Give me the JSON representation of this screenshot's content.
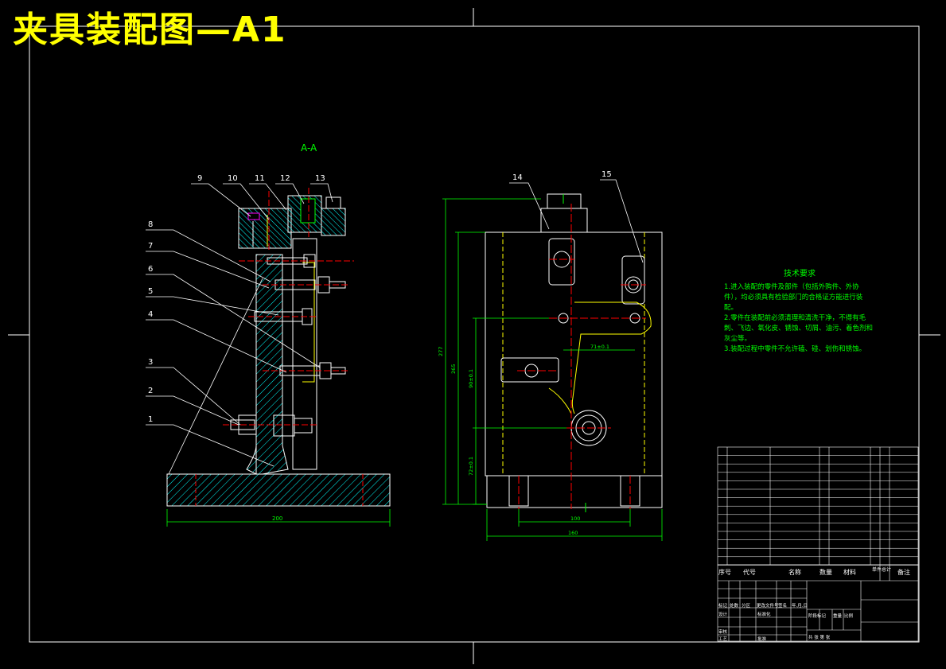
{
  "title": "夹具装配图—A1",
  "section_label": "A-A",
  "callouts_left": [
    "1",
    "2",
    "3",
    "4",
    "5",
    "6",
    "7",
    "8",
    "9",
    "10",
    "11",
    "12",
    "13"
  ],
  "callouts_right": [
    "14",
    "15"
  ],
  "dims_left": {
    "base_width": "200"
  },
  "dims_right": {
    "bottom1": "100",
    "bottom2": "160",
    "height1": "277",
    "height2": "265",
    "inner1": "71±0.1",
    "inner2": "90±0.1",
    "inner3": "72±0.1"
  },
  "tech_requirements": {
    "heading": "技术要求",
    "items": [
      "1.进入装配的零件及部件（包括外购件、外协件），均必须具有检验部门的合格证方能进行装配。",
      "2.零件在装配前必须清理和清洗干净，不得有毛刺、飞边、氧化皮、锈蚀、切屑、油污、着色剂和灰尘等。",
      "3.装配过程中零件不允许磕、碰、划伤和锈蚀。"
    ]
  },
  "bom_headers": [
    "序号",
    "代号",
    "名称",
    "数量",
    "材料",
    "单件",
    "总计",
    "备注"
  ],
  "title_block": {
    "row1": [
      "标记",
      "处数",
      "分区",
      "更改文件号",
      "签名",
      "年.月.日"
    ],
    "design": "设计",
    "std": "标准化",
    "stage": "阶段标记",
    "weight": "重量",
    "scale": "比例",
    "review": "审核",
    "craft": "工艺",
    "approve": "批准",
    "sheet": "共 张 第 张"
  },
  "colors": {
    "line": "#ffffff",
    "section": "#00ffff",
    "dim": "#00ff00",
    "center": "#ff0000",
    "title": "#ffff00",
    "hidden": "#ffff00"
  }
}
